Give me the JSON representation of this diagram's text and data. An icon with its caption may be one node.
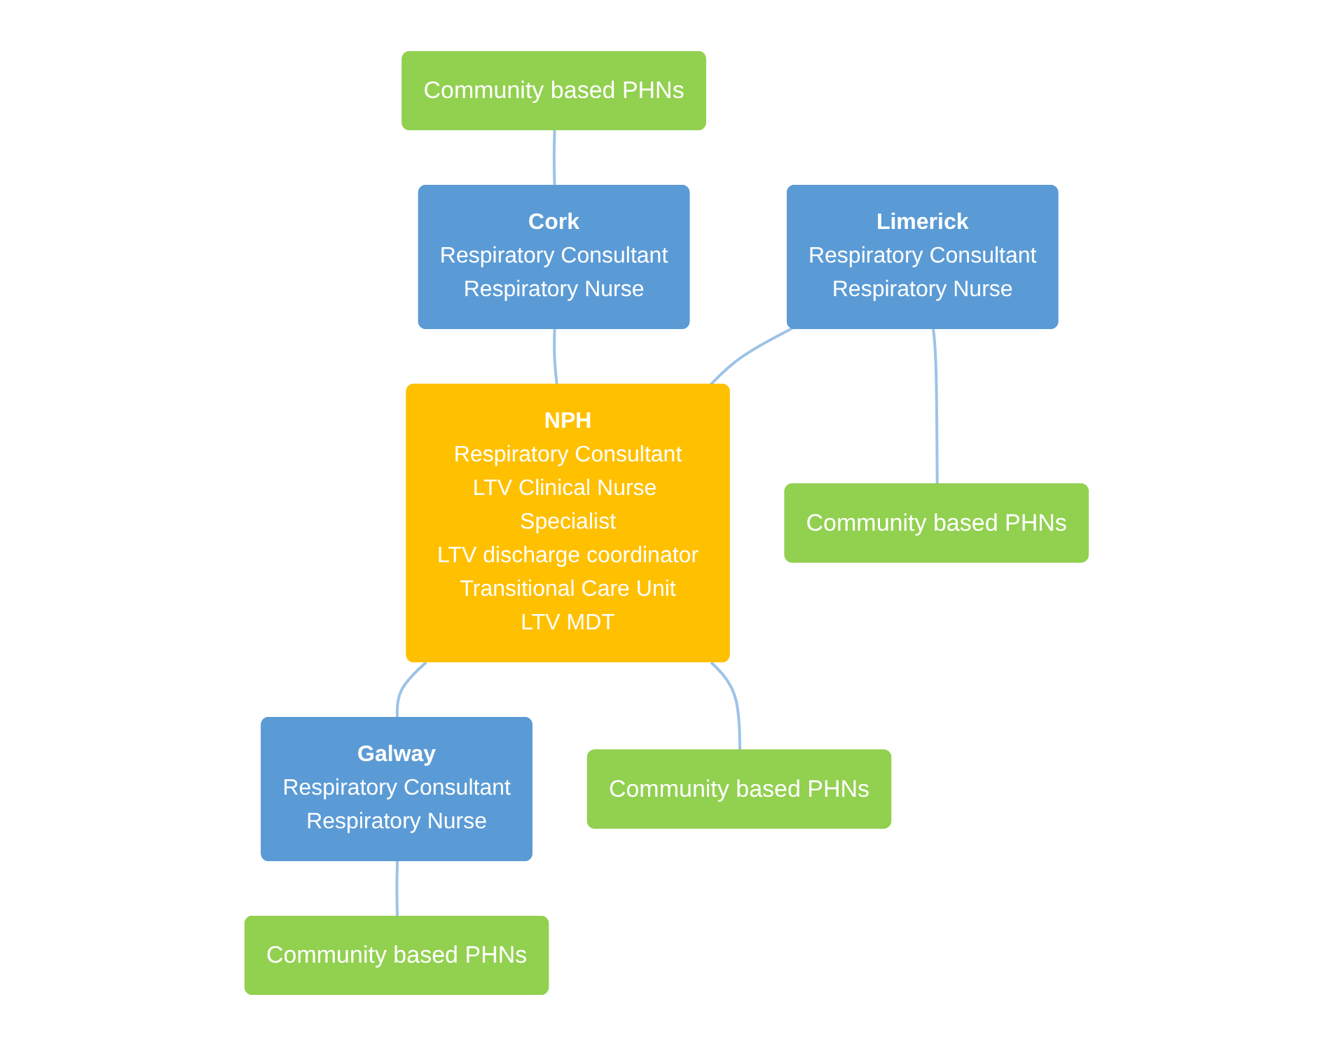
{
  "diagram": {
    "nodes": [
      {
        "text": [
          "Community based PHNs"
        ]
      },
      {
        "text": [
          "Cork",
          "Respiratory Consultant",
          "Respiratory Nurse"
        ]
      },
      {
        "text": [
          "NPH",
          "Respiratory Consultant",
          "LTV Clinical Nurse Specialist",
          "LTV discharge coordinator",
          "Transitional Care Unit",
          "LTV MDT"
        ]
      },
      {
        "text": [
          "Limerick",
          "Respiratory Consultant",
          "Respiratory Nurse"
        ]
      },
      {
        "text": [
          "Galway",
          "Respiratory Consultant",
          "Respiratory Nurse"
        ]
      },
      {
        "text": [
          "Community based PHNs"
        ]
      },
      {
        "text": [
          "Community based PHNs"
        ]
      },
      {
        "text": [
          "Community based PHNs"
        ]
      }
    ],
    "edges": [
      {
        "from": 0,
        "to": 1,
        "arrow": "none"
      },
      {
        "from": 1,
        "to": 2,
        "arrow": "none"
      },
      {
        "from": 3,
        "to": 2,
        "arrow": "none"
      },
      {
        "from": 2,
        "to": 4,
        "arrow": "none"
      },
      {
        "from": 3,
        "to": 5,
        "arrow": "none"
      },
      {
        "from": 4,
        "to": 6,
        "arrow": "none"
      },
      {
        "from": 2,
        "to": 7,
        "arrow": "none"
      }
    ]
  }
}
